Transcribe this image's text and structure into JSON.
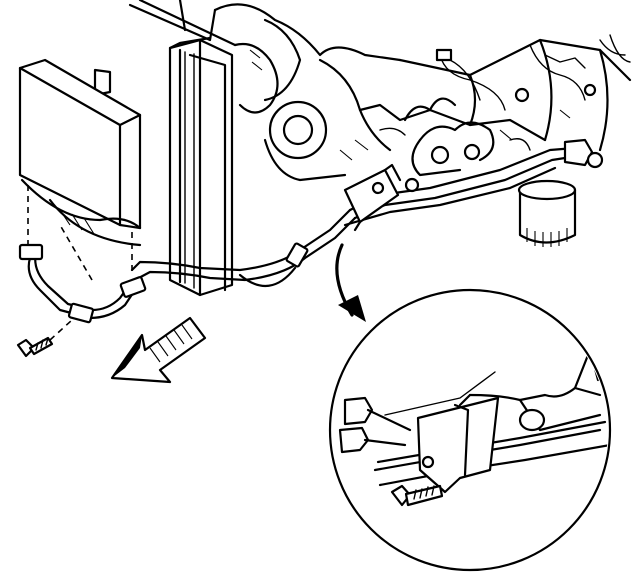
{
  "diagram": {
    "colors": {
      "ink": "#000000",
      "paper": "#ffffff"
    },
    "parts": [
      "oil-cooler-lines",
      "line-bracket",
      "bolt",
      "engine-block",
      "oil-filter",
      "radiator",
      "oil-cooler"
    ],
    "arrows": [
      "direction-arrow",
      "detail-callout-arrow"
    ],
    "icons": [
      "bolt-icon"
    ]
  }
}
